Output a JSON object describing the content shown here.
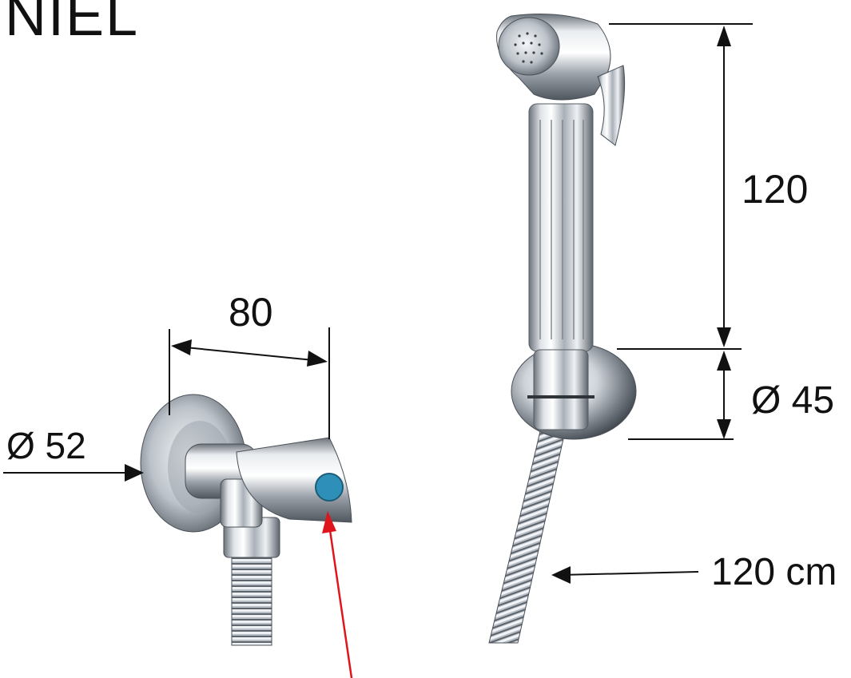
{
  "brand_fragment": "NIEL",
  "dimensions": {
    "handle_length": "120",
    "holder_diameter": "Ø 45",
    "hose_length": "120 cm",
    "valve_length": "80",
    "flange_diameter": "Ø 52"
  },
  "colors": {
    "chrome_light": "#f2f4f7",
    "chrome_mid": "#b9bfc7",
    "chrome_dark": "#5d646c",
    "valve_dot": "#2e8fb8",
    "pointer_arrow": "#e0141b",
    "dimension_line": "#111111"
  }
}
